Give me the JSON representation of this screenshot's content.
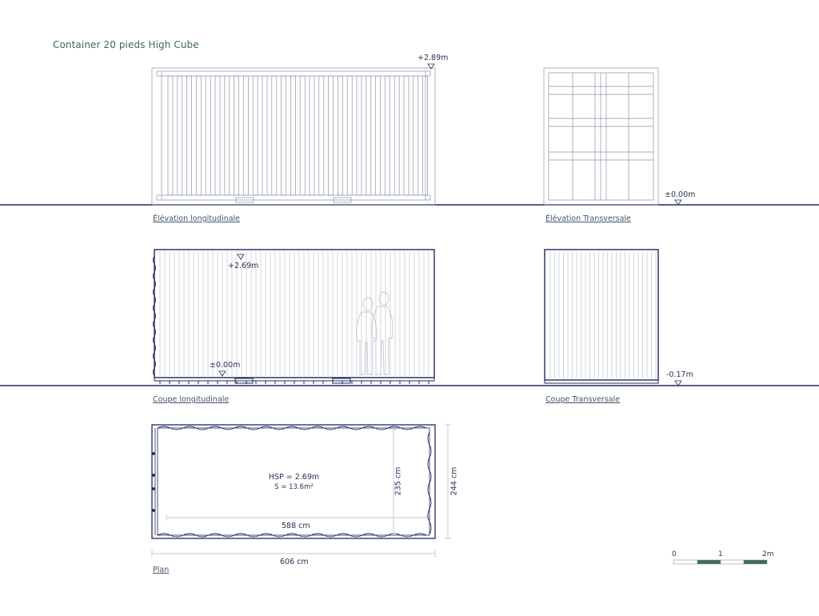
{
  "sheet_title": "Container 20 pieds High Cube",
  "views": {
    "elev_long": "Élévation longitudinale",
    "elev_trans": "Élévation Transversale",
    "coupe_long": "Coupe longitudinale",
    "coupe_trans": "Coupe Transversale",
    "plan": "Plan"
  },
  "levels": {
    "top_elev": "+2.89m",
    "ground_elev": "±0.00m",
    "ceiling_cut": "+2.69m",
    "floor_cut": "±0.00m",
    "ground_cut": "-0.17m"
  },
  "plan": {
    "hsp": "HSP = 2.69m",
    "surface": "S = 13.6m²",
    "inner_length": "588 cm",
    "outer_length": "606 cm",
    "inner_width": "235 cm",
    "outer_width": "244 cm"
  },
  "scale_bar": {
    "labels": [
      "0",
      "1",
      "2m"
    ],
    "colors": [
      "#3d6b58",
      "#ffffff"
    ]
  },
  "colors": {
    "line": "#1f2a5c",
    "light_line": "#9aa1b0",
    "accent": "#3d6b58"
  }
}
